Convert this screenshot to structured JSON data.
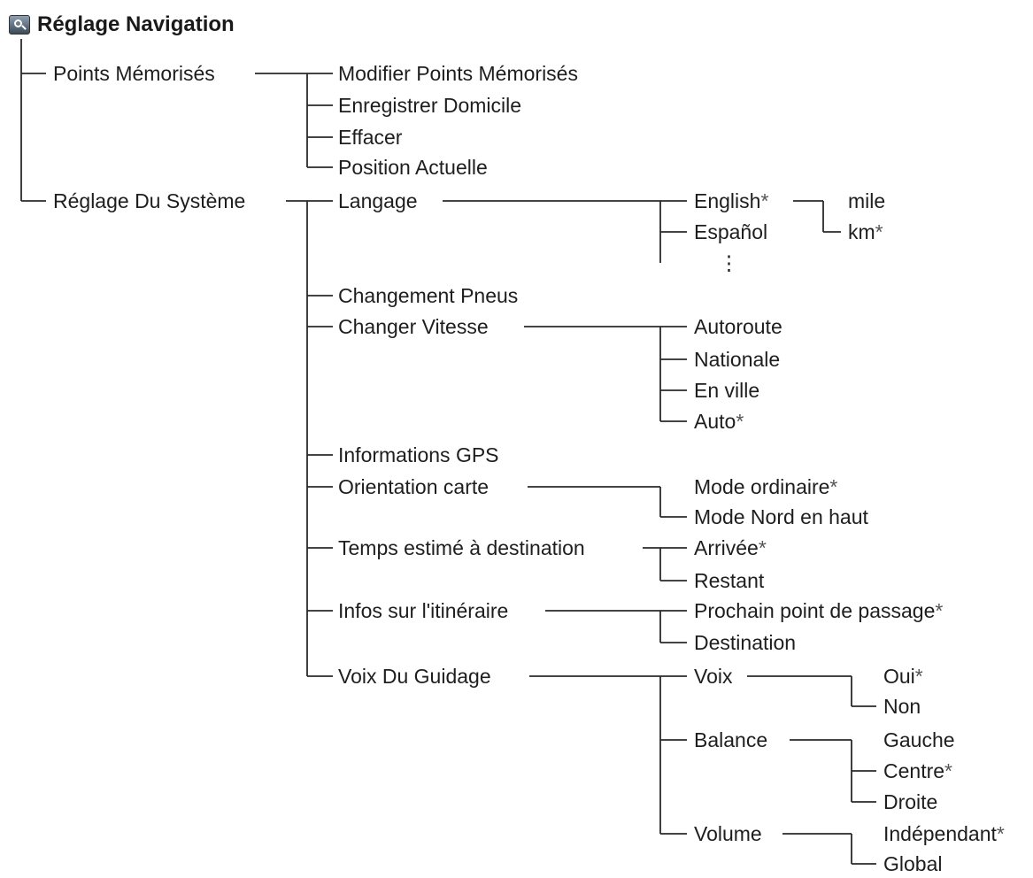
{
  "header": {
    "title": "Réglage Navigation",
    "icon": "settings-icon"
  },
  "menu": {
    "saved_points": "Points Mémorisés",
    "edit_saved_points": "Modifier Points Mémorisés",
    "save_home": "Enregistrer Domicile",
    "delete": "Effacer",
    "current_position": "Position Actuelle",
    "system_settings": "Réglage Du Système",
    "language": "Langage",
    "english": "English",
    "mile": "mile",
    "km": "km",
    "spanish": "Español",
    "more": "⋮",
    "tire_change": "Changement Pneus",
    "change_speed": "Changer Vitesse",
    "highway": "Autoroute",
    "national": "Nationale",
    "city": "En ville",
    "auto": "Auto",
    "gps_info": "Informations GPS",
    "map_orientation": "Orientation carte",
    "normal_mode": "Mode ordinaire",
    "north_up_mode": "Mode Nord en haut",
    "eta": "Temps estimé à destination",
    "arrival": "Arrivée",
    "remaining": "Restant",
    "route_info": "Infos sur l'itinéraire",
    "next_waypoint": "Prochain point de passage",
    "destination": "Destination",
    "guidance_voice": "Voix Du Guidage",
    "voice": "Voix",
    "yes": "Oui",
    "no": "Non",
    "balance": "Balance",
    "left": "Gauche",
    "center": "Centre",
    "right": "Droite",
    "volume": "Volume",
    "independent": "Indépendant",
    "global": "Global",
    "default_marker": "*"
  }
}
